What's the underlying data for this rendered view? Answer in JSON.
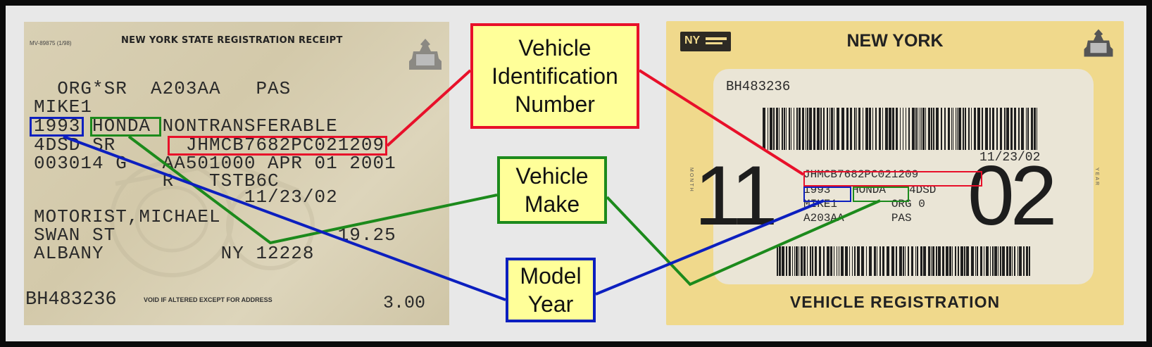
{
  "receipt": {
    "form_code": "MV-89875 (1/98)",
    "title": "NEW YORK STATE REGISTRATION RECEIPT",
    "lines": [
      "  ORG*SR  A203AA   PAS",
      "MIKE1",
      "1993 HONDA NONTRANSFERABLE",
      "4DSD SR      JHMCB7682PC021209",
      "003014 G   AA501000 APR 01 2001",
      "           R   TSTB6C",
      "                  11/23/02",
      "MOTORIST,MICHAEL",
      "SWAN ST                   19.25",
      "ALBANY          NY 12228"
    ],
    "plate": "BH483236",
    "void_note": "VOID IF ALTERED EXCEPT FOR ADDRESS",
    "fee": "3.00"
  },
  "sticker": {
    "state": "NEW YORK",
    "logo_text": "NY",
    "plate": "BH483236",
    "expiry_date": "11/23/02",
    "vin": "JHMCB7682PC021209",
    "year": "1993",
    "make": "HONDA",
    "body": "4DSD",
    "owner_line": "MIKE1        ORG 0",
    "plate_line": "A203AA       PAS",
    "month": "11",
    "year_short": "02",
    "month_side_label": "MONTH",
    "year_side_label": "YEAR",
    "footer": "VEHICLE REGISTRATION"
  },
  "callouts": {
    "vin": [
      "Vehicle",
      "Identification",
      "Number"
    ],
    "make": [
      "Vehicle",
      "Make"
    ],
    "year": [
      "Model",
      "Year"
    ]
  },
  "colors": {
    "vin": "#e8102a",
    "make": "#1c8a1c",
    "year": "#0c1fbf",
    "callout_fill": "#ffff99"
  }
}
